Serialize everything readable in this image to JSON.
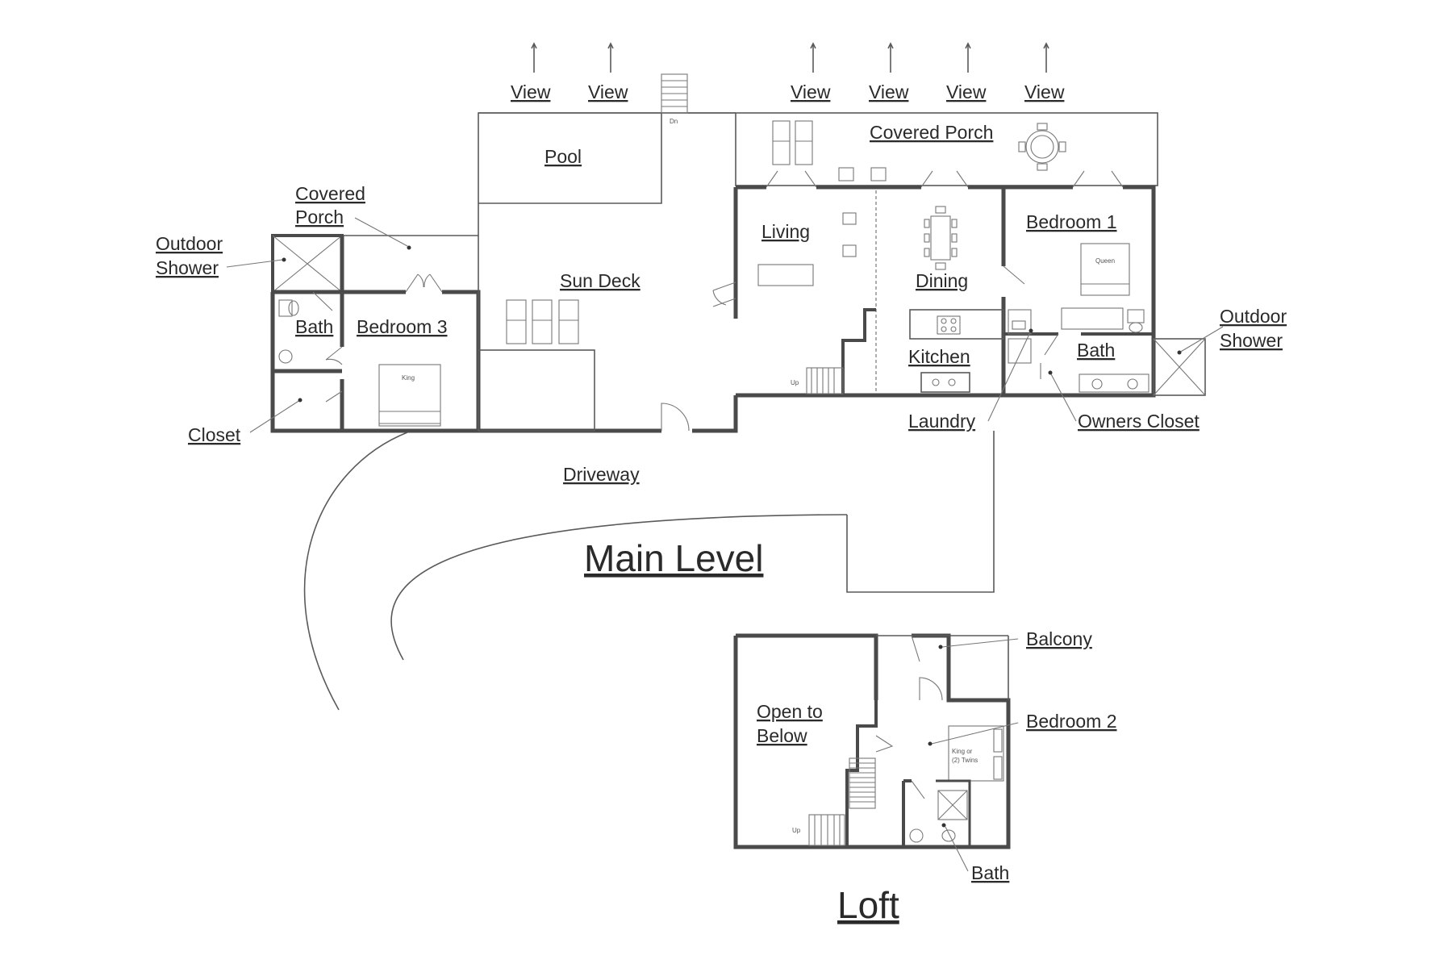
{
  "view_labels": [
    "View",
    "View",
    "View",
    "View",
    "View",
    "View"
  ],
  "main": {
    "title": "Main Level",
    "pool": "Pool",
    "covered_porch_top": "Covered Porch",
    "covered_porch_left_1": "Covered",
    "covered_porch_left_2": "Porch",
    "outdoor_shower_left_1": "Outdoor",
    "outdoor_shower_left_2": "Shower",
    "outdoor_shower_right_1": "Outdoor",
    "outdoor_shower_right_2": "Shower",
    "sun_deck": "Sun Deck",
    "living": "Living",
    "dining": "Dining",
    "kitchen": "Kitchen",
    "bedroom1": "Bedroom 1",
    "bedroom3": "Bedroom 3",
    "bath_left": "Bath",
    "bath_right": "Bath",
    "closet": "Closet",
    "laundry": "Laundry",
    "owners_closet": "Owners Closet",
    "driveway": "Driveway",
    "stair_dn": "Dn",
    "stair_up": "Up",
    "bed_queen": "Queen",
    "bed_king": "King"
  },
  "loft": {
    "title": "Loft",
    "balcony": "Balcony",
    "bedroom2": "Bedroom 2",
    "open_to_below_1": "Open to",
    "open_to_below_2": "Below",
    "bath": "Bath",
    "stair_up": "Up",
    "bed_note_1": "King or",
    "bed_note_2": "(2) Twins"
  }
}
